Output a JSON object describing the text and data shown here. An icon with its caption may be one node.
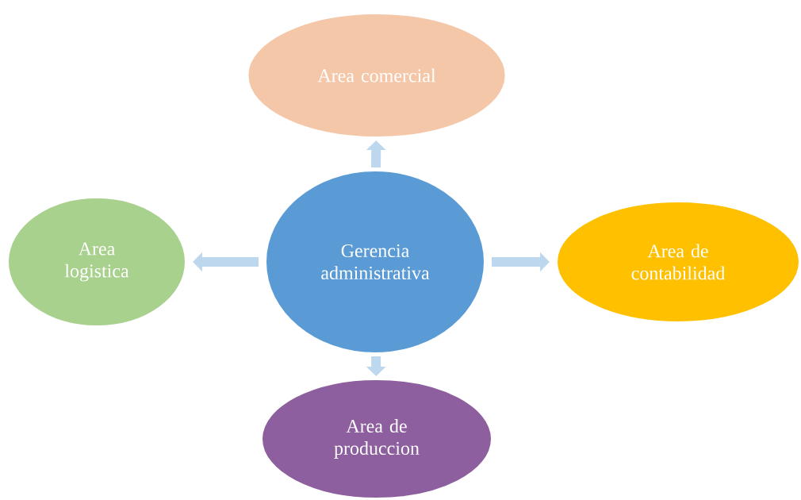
{
  "diagram": {
    "nodes": [
      {
        "text": [
          "Gerencia administrativa"
        ]
      },
      {
        "text": [
          "Area comercial"
        ]
      },
      {
        "text": [
          "Area de contabilidad"
        ]
      },
      {
        "text": [
          "Area de produccion"
        ]
      },
      {
        "text": [
          "Area logistica"
        ]
      }
    ],
    "edges": [
      {
        "from": 0,
        "to": 1,
        "arrow": "to"
      },
      {
        "from": 0,
        "to": 2,
        "arrow": "to"
      },
      {
        "from": 0,
        "to": 3,
        "arrow": "to"
      },
      {
        "from": 0,
        "to": 4,
        "arrow": "to"
      }
    ]
  }
}
